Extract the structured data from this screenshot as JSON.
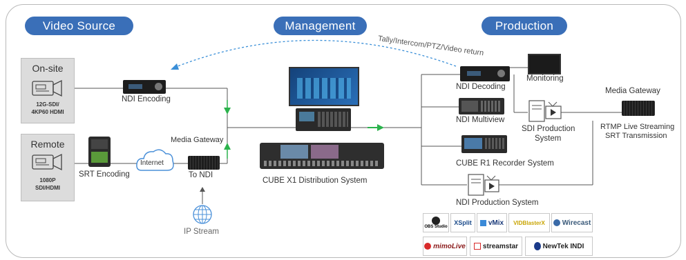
{
  "sections": {
    "video_source": "Video Source",
    "management": "Management",
    "production": "Production"
  },
  "tally_label": "Tally/Intercom/PTZ/Video return",
  "sources": {
    "onsite": {
      "title": "On-site",
      "spec_1": "12G-SDI/",
      "spec_2": "4KP60 HDMI"
    },
    "remote": {
      "title": "Remote",
      "spec_1": "1080P",
      "spec_2": "SDI/HDMI"
    }
  },
  "labels": {
    "ndi_encoding": "NDI Encoding",
    "srt_encoding": "SRT Encoding",
    "internet": "Internet",
    "media_gateway_left": "Media Gateway",
    "to_ndi": "To NDI",
    "ip_stream": "IP Stream",
    "cube_x1": "CUBE X1 Distribution System",
    "ndi_decoding": "NDI Decoding",
    "monitoring": "Monitoring",
    "ndi_multiview": "NDI Multiview",
    "sdi_production_1": "SDI Production",
    "sdi_production_2": "System",
    "cube_r1": "CUBE R1 Recorder System",
    "ndi_production": "NDI Production System",
    "media_gateway_right": "Media Gateway",
    "rtmp": "RTMP Live Streaming",
    "srt_transmission": "SRT Transmission"
  },
  "logos": {
    "obs": "OBS Studio",
    "xsplit": "XSplit",
    "vmix": "vMix",
    "vidblaster": "VIDBlasterX",
    "wirecast": "Wirecast",
    "mimolive": "mimoLive",
    "streamstar": "streamstar",
    "newtek": "NewTek INDI"
  },
  "colors": {
    "pill_blue": "#3a6fb8",
    "arrow_green": "#2bb24c",
    "dashed_blue": "#3a8fd8",
    "cloud_blue": "#4a90d9",
    "line_gray": "#555555"
  }
}
